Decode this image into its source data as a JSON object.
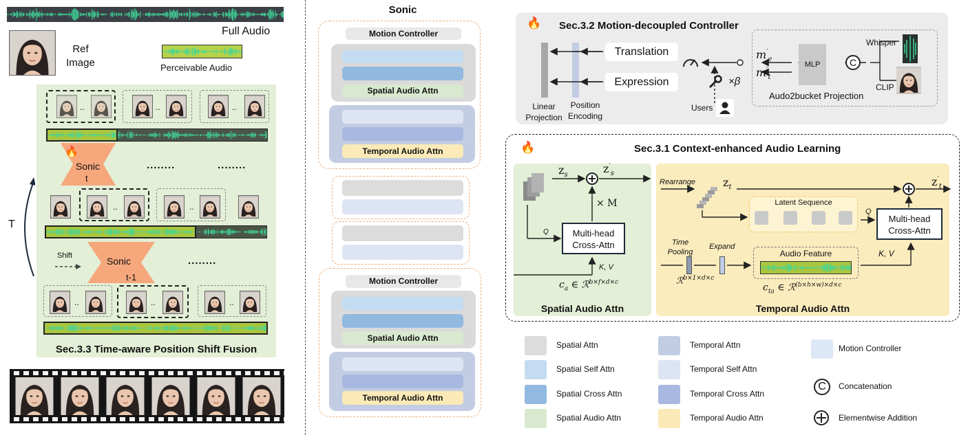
{
  "left": {
    "full_audio_label": "Full Audio",
    "ref_image_label": "Ref\nImage",
    "perceivable_audio_label": "Perceivable Audio",
    "sonic_t_label": "Sonic",
    "sonic_t_sub": "t",
    "sonic_t1_label": "Sonic",
    "sonic_t1_sub": "t-1",
    "dots": "........",
    "dots2": "........",
    "dots3": "........",
    "t_axis_label": "T",
    "shift_label": "Shift",
    "fusion_title": "Sec.3.3 Time-aware Position Shift Fusion",
    "frame_sep": ".."
  },
  "middle": {
    "title": "Sonic",
    "motion_controller_1": "Motion Controller",
    "spatial_audio_attn_1": "Spatial Audio Attn",
    "temporal_audio_attn_1": "Temporal Audio Attn",
    "motion_controller_2": "Motion Controller",
    "spatial_audio_attn_2": "Spatial Audio Attn",
    "temporal_audio_attn_2": "Temporal Audio Attn"
  },
  "controller": {
    "title": "Sec.3.2 Motion-decoupled Controller",
    "translation": "Translation",
    "expression": "Expression",
    "linear_projection": "Linear\nProjection",
    "position_encoding": "Position\nEncoding",
    "users": "Users",
    "beta": "×β",
    "m_e": "m′e",
    "m_t": "m′t",
    "mlp": "MLP",
    "concat_symbol": "C",
    "whisper": "Whisper",
    "clip": "CLIP",
    "projection": "Audo2bucket Projection"
  },
  "audio_learning": {
    "title": "Sec.3.1 Context-enhanced Audio Learning",
    "z_s": "zs",
    "z_s_prime": "z′s",
    "times_m": "× M",
    "q_spatial": "Q",
    "cross_attn_spatial": "Multi-head\nCross-Attn",
    "kv_spatial": "K, V",
    "c_a": "ca ∈ ℛb×f×d×c",
    "spatial_label": "Spatial Audio Attn",
    "rearrange": "Rearrange",
    "z_t": "zt",
    "z_t_prime": "z′t",
    "latent_sequence": "Latent Sequence",
    "q_temporal": "Q",
    "cross_attn_temporal": "Multi-head\nCross-Attn",
    "time_pooling": "Time\nPooling",
    "expand": "Expand",
    "audio_feature": "Audio Feature",
    "kv_temporal": "K, V",
    "r_shape": "ℛb×1×d×c",
    "c_ta": "cta ∈ ℛ(b×h×w)×d×c",
    "temporal_label": "Temporal Audio Attn"
  },
  "legend": [
    {
      "label": "Spatial Attn",
      "color": "#dcdcdc"
    },
    {
      "label": "Spatial Self Attn",
      "color": "#c3dcf1"
    },
    {
      "label": "Spatial Cross Attn",
      "color": "#92b9e0"
    },
    {
      "label": "Spatial Audio Attn",
      "color": "#d9e9cf"
    },
    {
      "label": "Temporal Attn",
      "color": "#c2cde3"
    },
    {
      "label": "Temporal Self Attn",
      "color": "#dde4f3"
    },
    {
      "label": "Temporal Cross Attn",
      "color": "#a9b8e0"
    },
    {
      "label": "Temporal Audio Attn",
      "color": "#fbeab7"
    },
    {
      "label": "Motion Controller",
      "color": "#dce8f6"
    },
    {
      "label": "Concatenation",
      "color": "#ffffff"
    },
    {
      "label": "Elementwise Addition",
      "color": "#ffffff"
    }
  ],
  "colors": {
    "green_panel": "#e3efd6",
    "yellow_panel": "#fbecbd",
    "gray_panel": "#ececec",
    "orange_dash": "#f0b07a",
    "sonic_orange": "#f6a77c",
    "audio_green": "#3fcf8e",
    "audio_yellow": "#a8c83a"
  }
}
